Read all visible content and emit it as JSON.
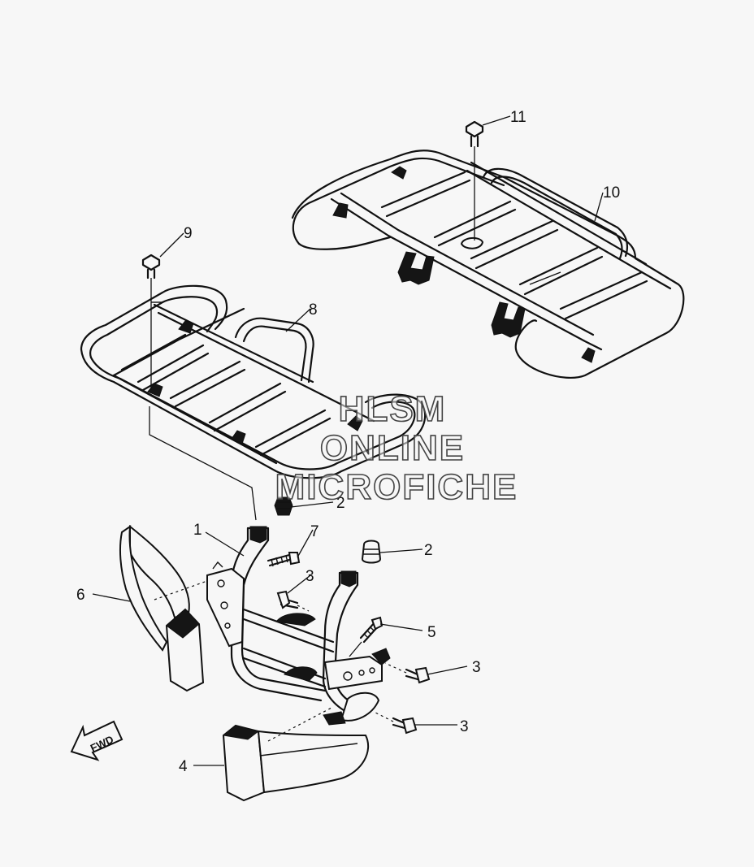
{
  "callouts": [
    {
      "id": "c1",
      "label": "1"
    },
    {
      "id": "c2a",
      "label": "2"
    },
    {
      "id": "c2b",
      "label": "2"
    },
    {
      "id": "c3a",
      "label": "3"
    },
    {
      "id": "c3b",
      "label": "3"
    },
    {
      "id": "c3c",
      "label": "3"
    },
    {
      "id": "c4",
      "label": "4"
    },
    {
      "id": "c5",
      "label": "5"
    },
    {
      "id": "c6",
      "label": "6"
    },
    {
      "id": "c7",
      "label": "7"
    },
    {
      "id": "c8",
      "label": "8"
    },
    {
      "id": "c9",
      "label": "9"
    },
    {
      "id": "c10",
      "label": "10"
    },
    {
      "id": "c11",
      "label": "11"
    }
  ],
  "watermark": {
    "line1": "HLSM",
    "line2": "ONLINE",
    "line3": "MICROFICHE"
  },
  "direction_badge": {
    "text": "FWD"
  },
  "colors": {
    "background": "#f7f7f7",
    "ink": "#111111"
  }
}
